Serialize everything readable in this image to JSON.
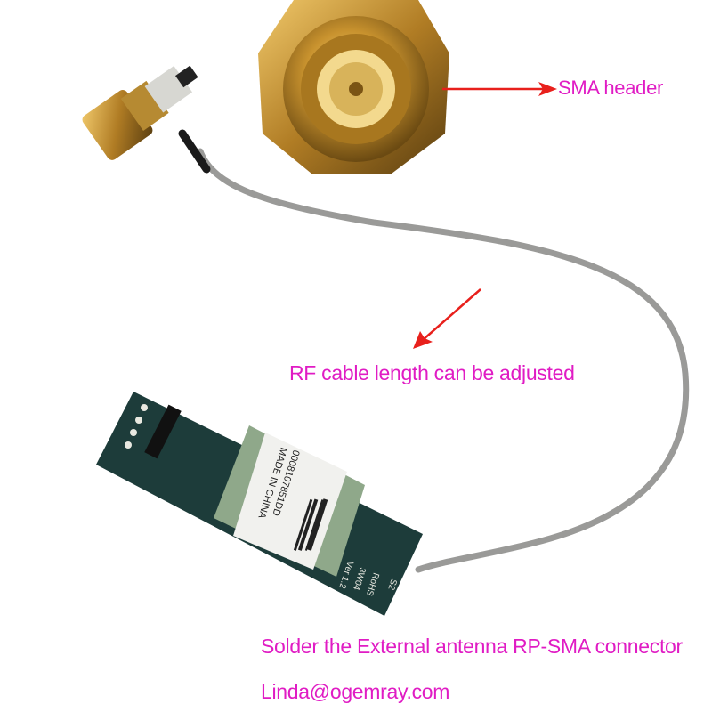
{
  "annotations": {
    "sma_header": "SMA header",
    "rf_cable": "RF cable length can be adjusted",
    "solder": "Solder the External antenna RP-SMA connector",
    "contact": "Linda@ogemray.com"
  },
  "module_label": {
    "serial": "0008107851DD",
    "origin": "MADE IN CHINA",
    "rohs": "RoHS",
    "model": "3W04",
    "version": "Ver 1.2",
    "mark": "S2"
  },
  "colors": {
    "annotation_text": "#e01cc4",
    "arrow": "#e8201c",
    "pcb": "#1d3c3a",
    "gold": "#c89a3a",
    "cable": "#9a9a98"
  }
}
